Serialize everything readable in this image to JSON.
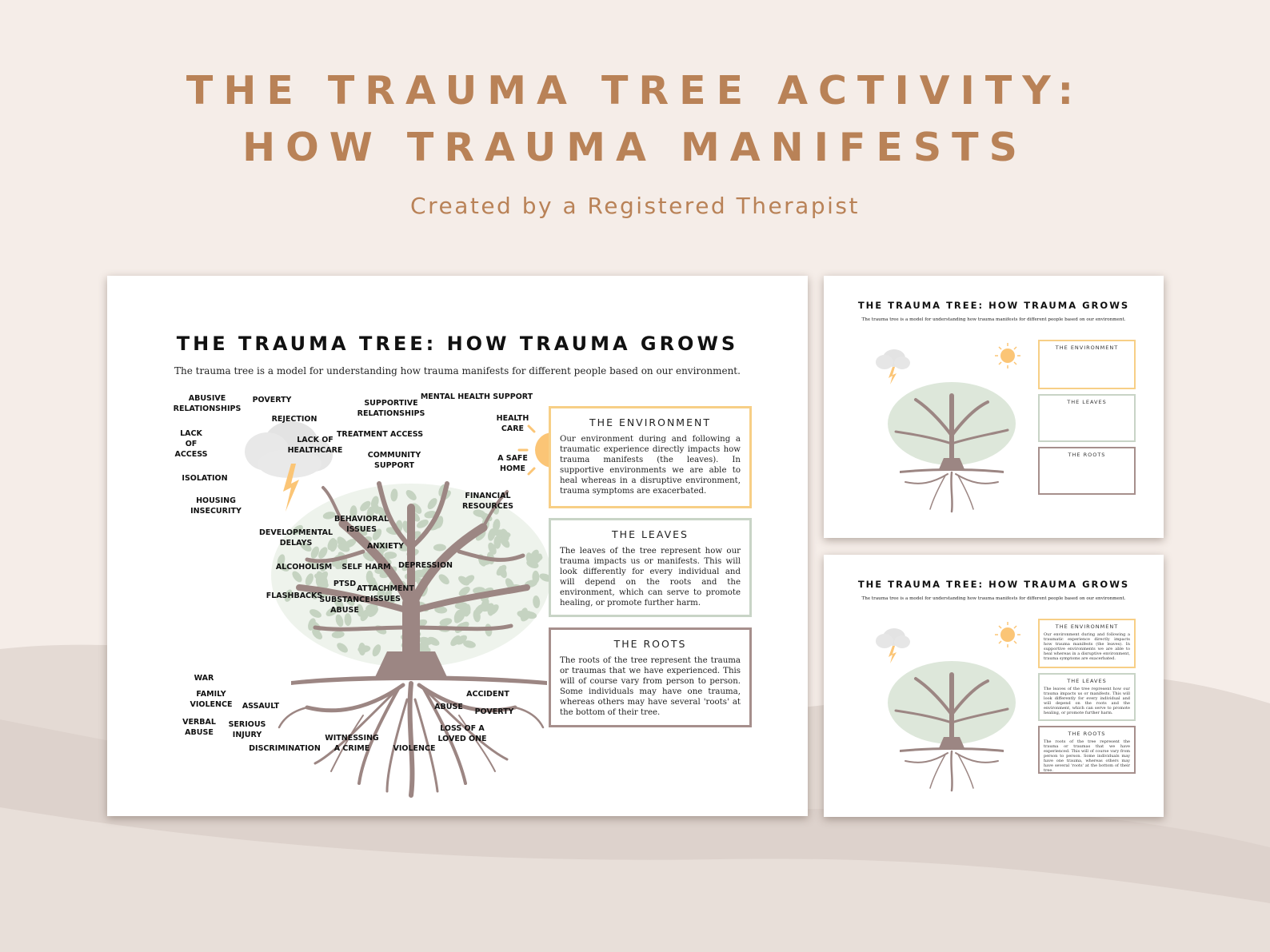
{
  "header": {
    "title_line1": "THE TRAUMA TREE ACTIVITY:",
    "title_line2": "HOW TRAUMA MANIFESTS",
    "subtitle": "Created by a Registered Therapist"
  },
  "colors": {
    "accent": "#b98257",
    "background": "#f5ede8",
    "environment": "#f7cf86",
    "leaves": "#c8d4c6",
    "roots": "#a68f8c",
    "trunk": "#9c8683",
    "leaf_fill": "#c5d3c1",
    "sun": "#fbc576"
  },
  "worksheet": {
    "title": "THE TRAUMA TREE: HOW TRAUMA GROWS",
    "description": "The trauma tree is a model for understanding how trauma manifests for different people based on our environment.",
    "environment_labels": [
      "ABUSIVE\nRELATIONSHIPS",
      "POVERTY",
      "REJECTION",
      "LACK\nOF\nACCESS",
      "LACK OF\nHEALTHCARE",
      "ISOLATION",
      "HOUSING\nINSECURITY",
      "SUPPORTIVE\nRELATIONSHIPS",
      "MENTAL HEALTH SUPPORT",
      "TREATMENT ACCESS",
      "HEALTH\nCARE",
      "COMMUNITY\nSUPPORT",
      "A SAFE\nHOME",
      "FINANCIAL\nRESOURCES"
    ],
    "leaf_labels": [
      "BEHAVIORAL\nISSUES",
      "DEVELOPMENTAL\nDELAYS",
      "ANXIETY",
      "ALCOHOLISM",
      "SELF HARM",
      "DEPRESSION",
      "PTSD",
      "ATTACHMENT\nISSUES",
      "FLASHBACKS",
      "SUBSTANCE\nABUSE"
    ],
    "root_labels": [
      "WAR",
      "FAMILY\nVIOLENCE",
      "ASSAULT",
      "VERBAL\nABUSE",
      "SERIOUS\nINJURY",
      "DISCRIMINATION",
      "WITNESSING\nA CRIME",
      "VIOLENCE",
      "ABUSE",
      "ACCIDENT",
      "POVERTY",
      "LOSS OF A\nLOVED ONE"
    ],
    "boxes": {
      "environment": {
        "title": "THE ENVIRONMENT",
        "text": "Our environment during and following a traumatic experience directly impacts how trauma manifests (the leaves). In supportive environments we are able to heal whereas in a disruptive environment, trauma symptoms are exacerbated."
      },
      "leaves": {
        "title": "THE LEAVES",
        "text": "The leaves of the tree represent how our trauma impacts us or manifests. This will look differently for every individual and will depend on the roots and the environment, which can serve to promote healing, or promote further harm."
      },
      "roots": {
        "title": "THE ROOTS",
        "text": "The roots of the tree represent the trauma or traumas that we have experienced. This will of course vary from person to person. Some individuals may have one trauma, whereas others may have several 'roots' at the bottom of their tree."
      }
    }
  },
  "icons": {
    "weather_left": "storm-cloud-icon",
    "weather_right": "sun-icon",
    "center": "tree-icon"
  }
}
